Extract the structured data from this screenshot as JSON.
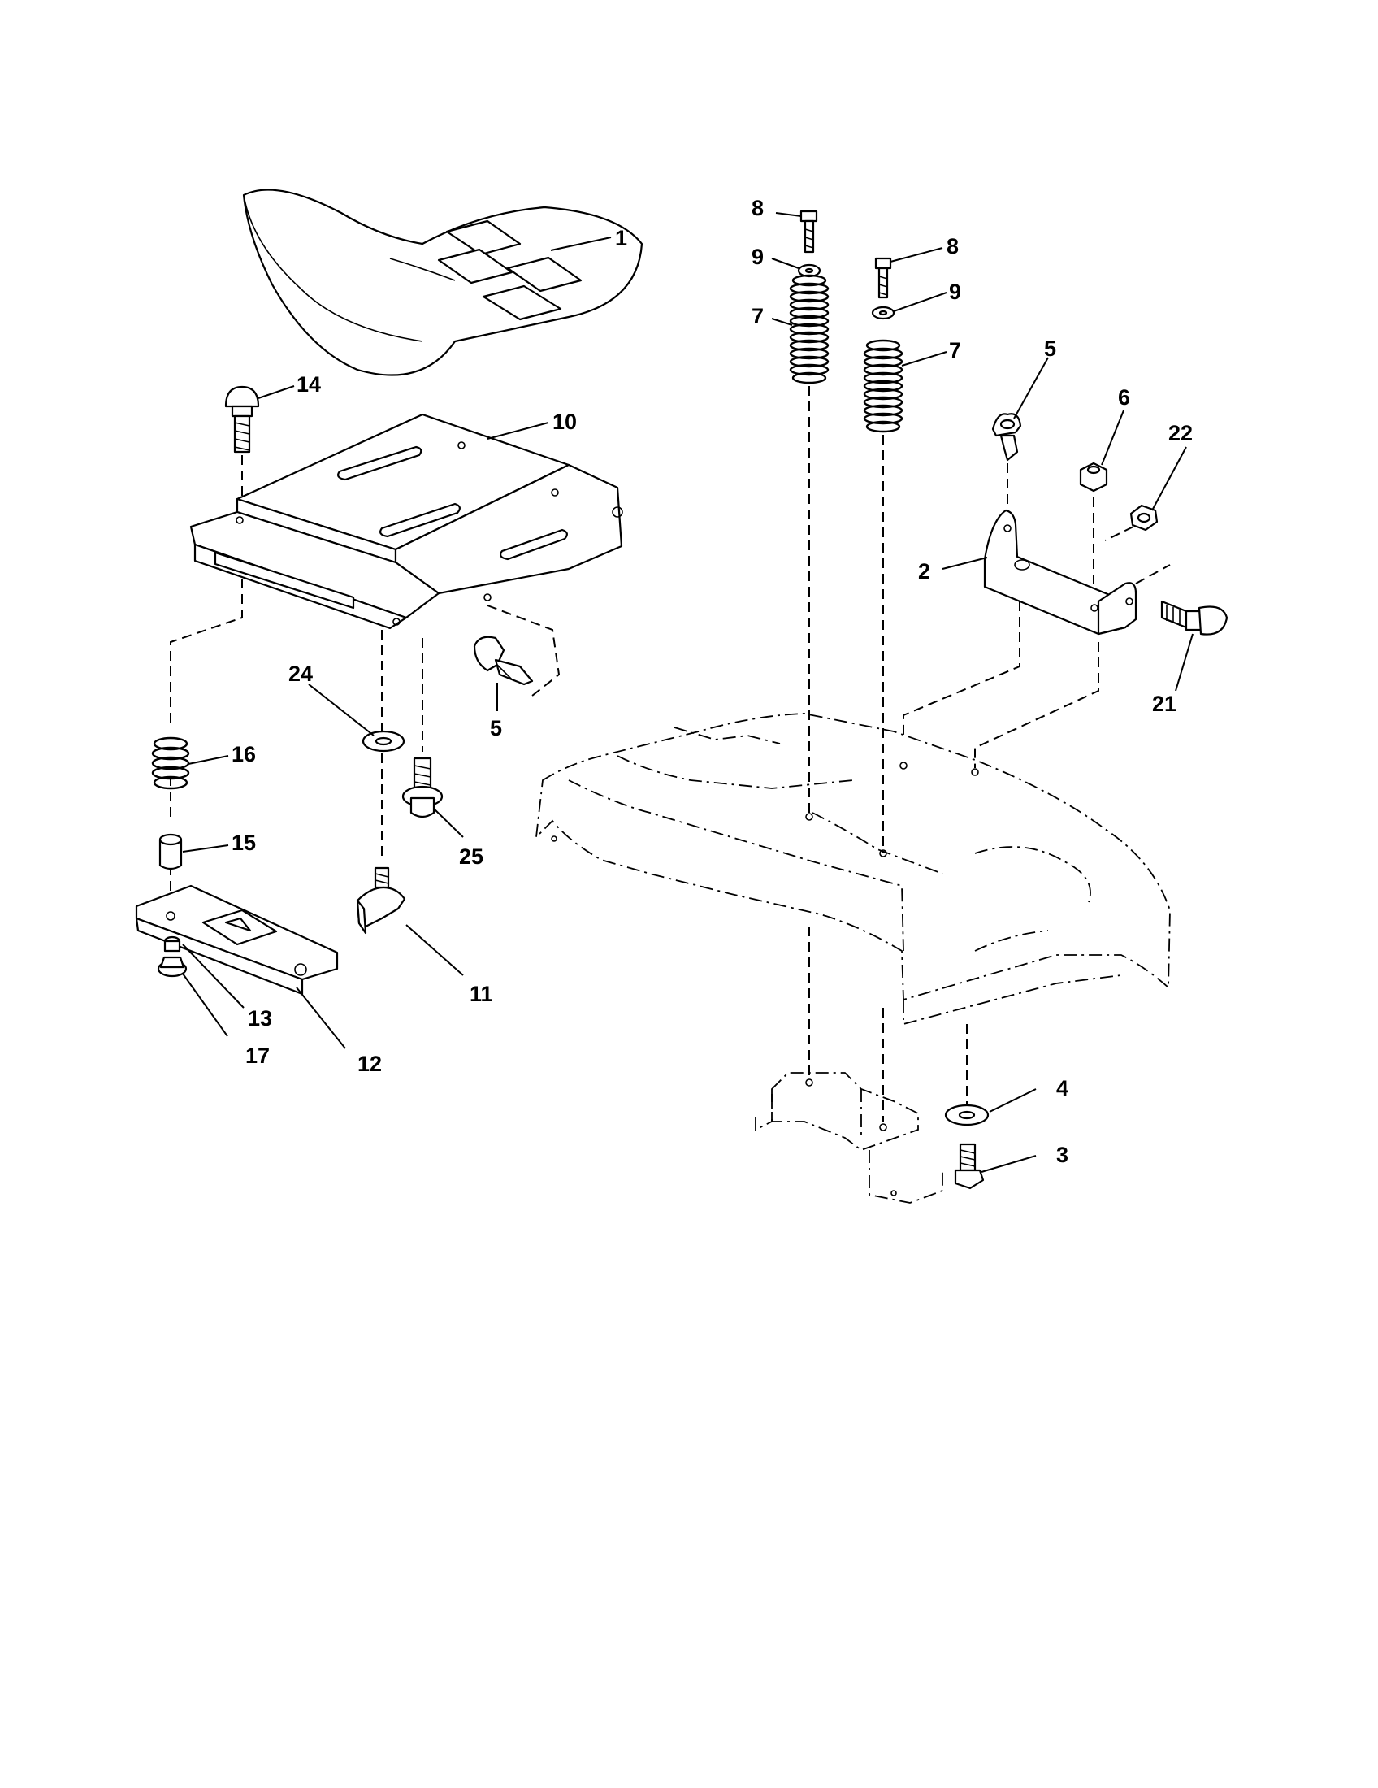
{
  "diagram": {
    "callouts": {
      "c1": "1",
      "c2": "2",
      "c3": "3",
      "c4": "4",
      "c5a": "5",
      "c5b": "5",
      "c6": "6",
      "c7a": "7",
      "c7b": "7",
      "c8a": "8",
      "c8b": "8",
      "c9a": "9",
      "c9b": "9",
      "c10": "10",
      "c11": "11",
      "c12": "12",
      "c13": "13",
      "c14": "14",
      "c15": "15",
      "c16": "16",
      "c17": "17",
      "c21": "21",
      "c22": "22",
      "c24": "24",
      "c25": "25"
    },
    "parts": [
      {
        "id": "1",
        "name": "seat"
      },
      {
        "id": "2",
        "name": "bracket"
      },
      {
        "id": "3",
        "name": "bolt"
      },
      {
        "id": "4",
        "name": "washer"
      },
      {
        "id": "5",
        "name": "clip"
      },
      {
        "id": "6",
        "name": "nut"
      },
      {
        "id": "7",
        "name": "spring"
      },
      {
        "id": "8",
        "name": "bolt"
      },
      {
        "id": "9",
        "name": "washer"
      },
      {
        "id": "10",
        "name": "seat pan"
      },
      {
        "id": "11",
        "name": "knob"
      },
      {
        "id": "12",
        "name": "slide plate"
      },
      {
        "id": "13",
        "name": "bolt"
      },
      {
        "id": "14",
        "name": "carriage bolt"
      },
      {
        "id": "15",
        "name": "bushing"
      },
      {
        "id": "16",
        "name": "spring"
      },
      {
        "id": "17",
        "name": "nut"
      },
      {
        "id": "21",
        "name": "shoulder bolt"
      },
      {
        "id": "22",
        "name": "nut"
      },
      {
        "id": "24",
        "name": "washer"
      },
      {
        "id": "25",
        "name": "bolt"
      }
    ]
  }
}
